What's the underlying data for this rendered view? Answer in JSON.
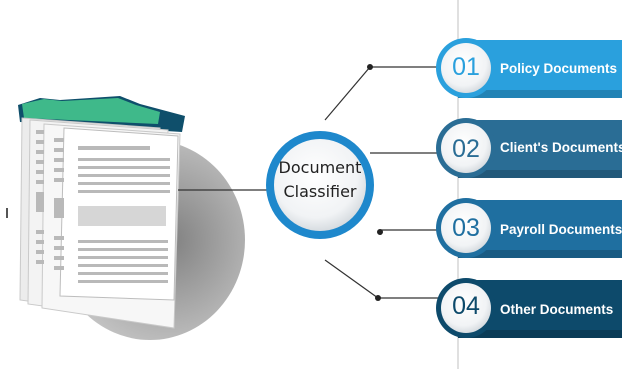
{
  "classifier": {
    "line1": "Document",
    "line2": "Classifier"
  },
  "categories": [
    {
      "number": "01",
      "label": "Policy Documents",
      "color": "#2aa0dd"
    },
    {
      "number": "02",
      "label": "Client's Documents",
      "color": "#2a6d95"
    },
    {
      "number": "03",
      "label": "Payroll Documents",
      "color": "#1f6fa0"
    },
    {
      "number": "04",
      "label": "Other Documents",
      "color": "#0d4a6b"
    }
  ],
  "colors": {
    "ring": "#1e88cc",
    "folder_tab": "#3fb98a",
    "folder_dark": "#0f4f6b"
  },
  "icons": [
    "document-stack-icon"
  ]
}
